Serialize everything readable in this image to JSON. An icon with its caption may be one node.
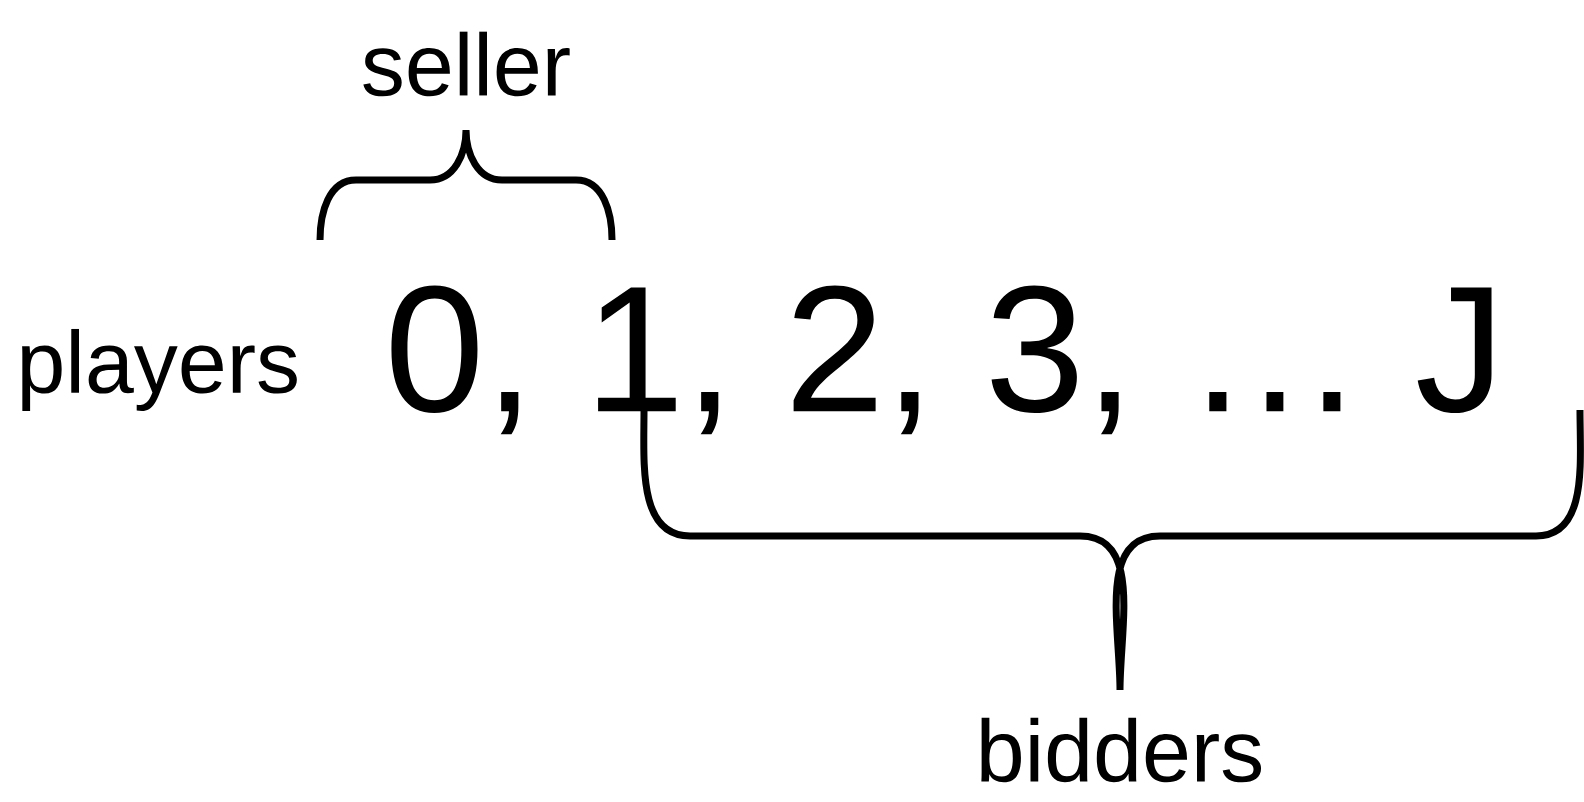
{
  "diagram": {
    "labels": [
      "seller",
      "players",
      "0, 1, 2, 3, … J",
      "bidders"
    ]
  }
}
